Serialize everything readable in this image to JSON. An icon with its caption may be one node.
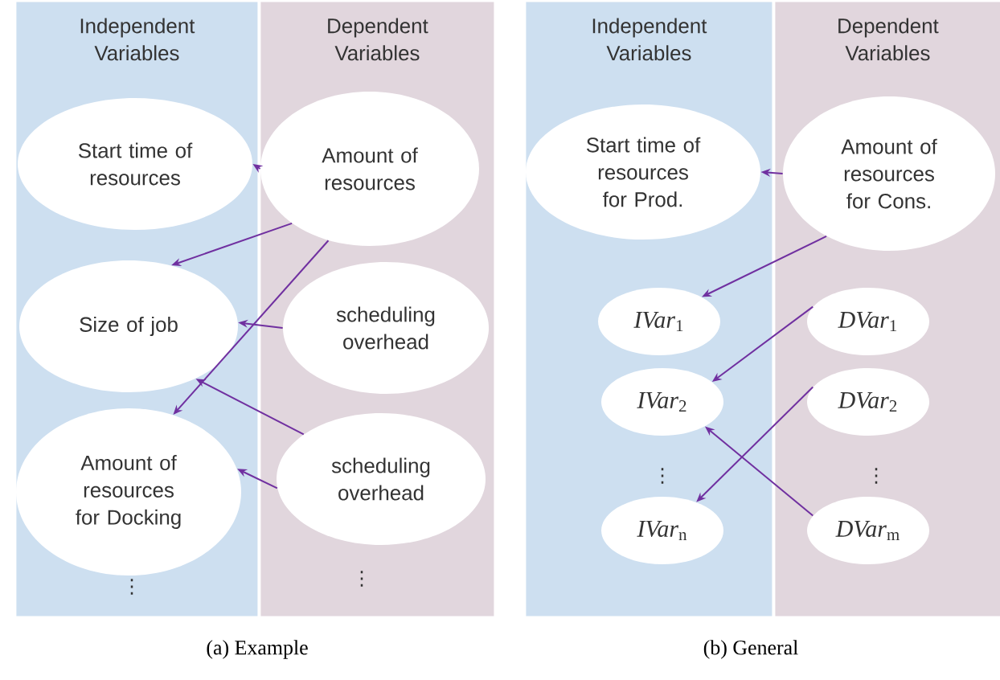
{
  "diagram": {
    "nodes": [
      {
        "text": [
          "Independent Variables"
        ]
      },
      {
        "text": [
          "Dependent Variables"
        ]
      },
      {
        "text": [
          "Start time of resources"
        ],
        "in": 0
      },
      {
        "text": [
          "Size of job"
        ],
        "in": 0
      },
      {
        "text": [
          "Amount of resources for Docking"
        ],
        "in": 0
      },
      {
        "text": [
          "Amount of resources"
        ],
        "in": 1
      },
      {
        "text": [
          "scheduling overhead"
        ],
        "in": 1
      },
      {
        "text": [
          "scheduling overhead"
        ],
        "in": 1
      },
      {
        "text": [
          "Independent Variables"
        ]
      },
      {
        "text": [
          "Dependent Variables"
        ]
      },
      {
        "text": [
          "Start time of resources for Prod."
        ],
        "in": 8
      },
      {
        "text": [
          "Amount of resources for Cons."
        ],
        "in": 9
      },
      {
        "text": [
          "*IVar*$_{1}$"
        ],
        "in": 8
      },
      {
        "text": [
          "*IVar*$_{2}$"
        ],
        "in": 8
      },
      {
        "text": [
          "*IVar*$_{n}$"
        ],
        "in": 8
      },
      {
        "text": [
          "*DVar*$_{1}$"
        ],
        "in": 9
      },
      {
        "text": [
          "*DVar*$_{2}$"
        ],
        "in": 9
      },
      {
        "text": [
          "*DVar*$_{m}$"
        ],
        "in": 9
      }
    ],
    "edges": [
      {
        "from": 5,
        "to": 2,
        "arrow": "to"
      },
      {
        "from": 5,
        "to": 3,
        "arrow": "to"
      },
      {
        "from": 5,
        "to": 4,
        "arrow": "to"
      },
      {
        "from": 6,
        "to": 3,
        "arrow": "to"
      },
      {
        "from": 7,
        "to": 3,
        "arrow": "to"
      },
      {
        "from": 7,
        "to": 4,
        "arrow": "to"
      },
      {
        "from": 11,
        "to": 10,
        "arrow": "to"
      },
      {
        "from": 11,
        "to": 12,
        "arrow": "to"
      },
      {
        "from": 15,
        "to": 13,
        "arrow": "to"
      },
      {
        "from": 16,
        "to": 14,
        "arrow": "to"
      },
      {
        "from": 17,
        "to": 13,
        "arrow": "to"
      }
    ],
    "labels": [
      "⋮",
      "⋮",
      "⋮",
      "⋮",
      "(a) Example",
      "(b) General"
    ]
  }
}
